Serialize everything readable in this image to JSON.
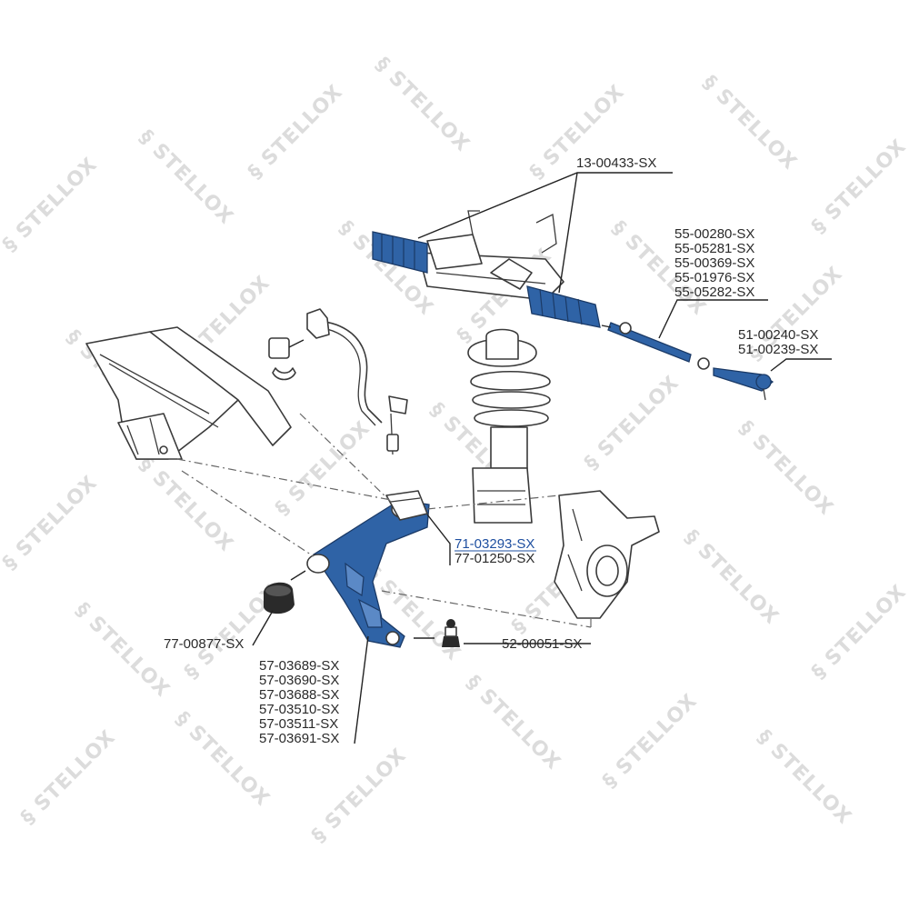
{
  "watermark": "STELLOX",
  "callouts": {
    "steering_rack_boots": [
      "13-00433-SX"
    ],
    "inner_tie_rod": [
      "55-00280-SX",
      "55-05281-SX",
      "55-00369-SX",
      "55-01976-SX",
      "55-05282-SX"
    ],
    "tie_rod_end": [
      "51-00240-SX",
      "51-00239-SX"
    ],
    "control_arm_bushing_front": [
      "71-03293-SX",
      "77-01250-SX"
    ],
    "control_arm_bushing_rear": [
      "77-00877-SX"
    ],
    "ball_joint": [
      "52-00051-SX"
    ],
    "control_arm": [
      "57-03689-SX",
      "57-03690-SX",
      "57-03688-SX",
      "57-03510-SX",
      "57-03511-SX",
      "57-03691-SX"
    ]
  },
  "colors": {
    "part_highlight": "#2f63a6",
    "highlight_label": "#1e4fa0",
    "watermark": "#dcdcdc",
    "line": "#3a3a3a"
  }
}
